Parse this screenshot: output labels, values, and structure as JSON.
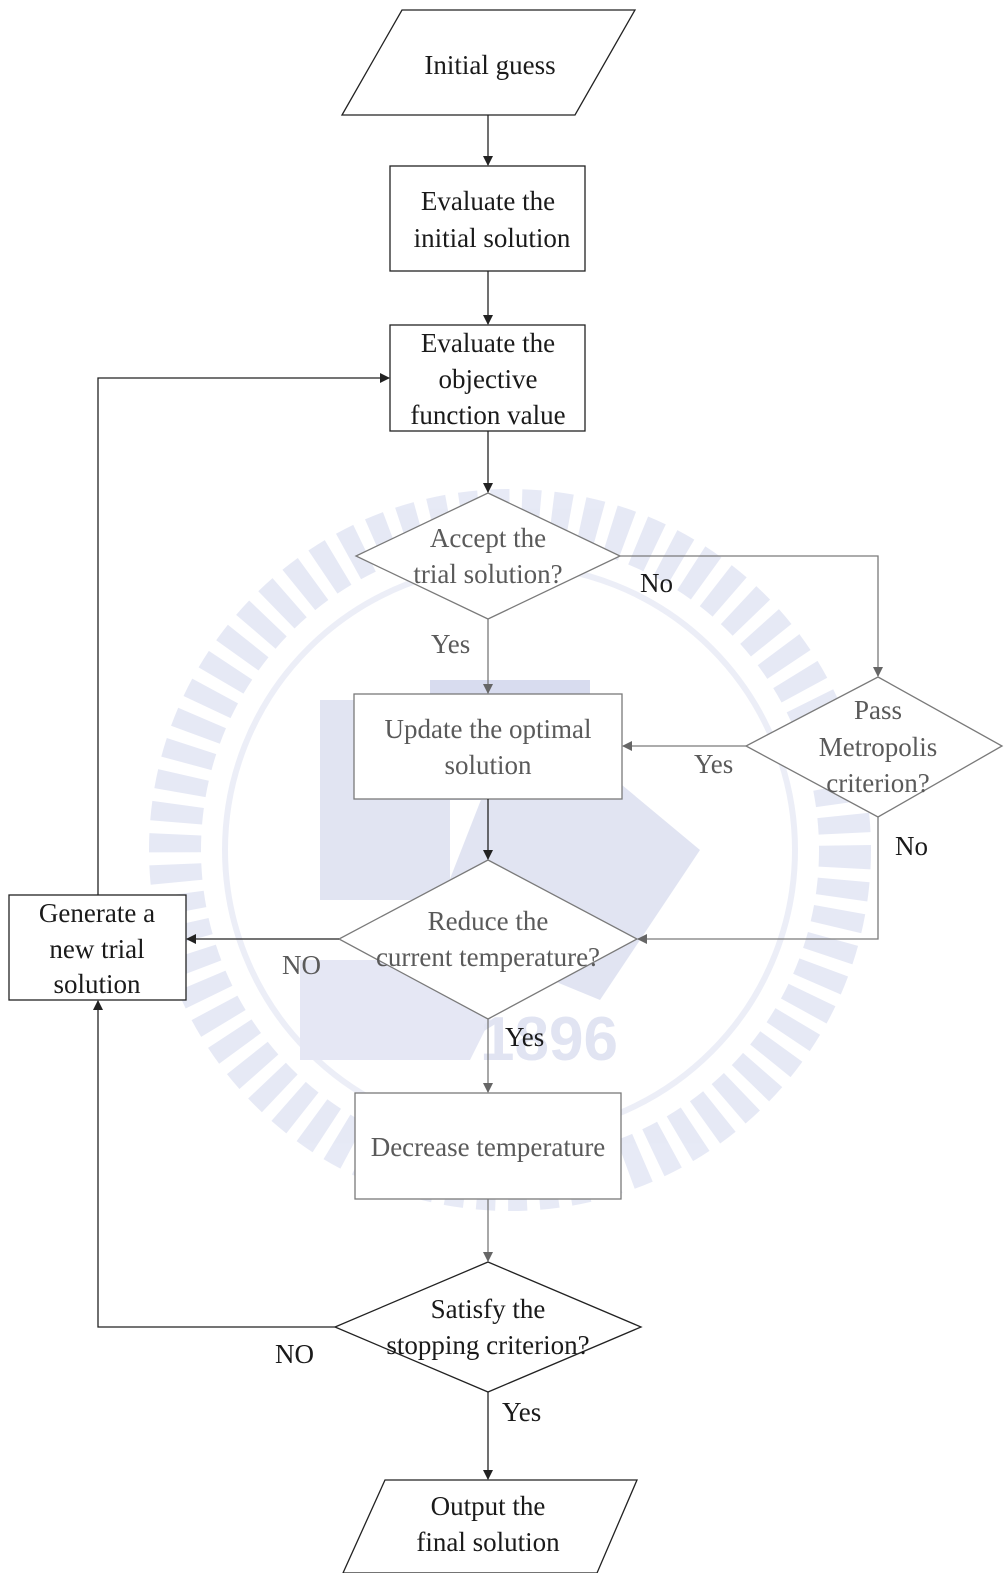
{
  "nodes": {
    "initial_guess": {
      "label": "Initial guess"
    },
    "evaluate_initial": {
      "line1": "Evaluate the",
      "line2": "initial solution"
    },
    "evaluate_objective": {
      "line1": "Evaluate the",
      "line2": "objective",
      "line3": "function value"
    },
    "accept_trial": {
      "line1": "Accept the",
      "line2": "trial solution?"
    },
    "pass_metropolis": {
      "line1": "Pass",
      "line2": "Metropolis",
      "line3": "criterion?"
    },
    "update_optimal": {
      "line1": "Update the optimal",
      "line2": "solution"
    },
    "reduce_temperature": {
      "line1": "Reduce the",
      "line2": "current temperature?"
    },
    "generate_trial": {
      "line1": "Generate a",
      "line2": "new trial",
      "line3": "solution"
    },
    "decrease_temperature": {
      "label": "Decrease temperature"
    },
    "satisfy_stopping": {
      "line1": "Satisfy the",
      "line2": "stopping criterion?"
    },
    "output_final": {
      "line1": "Output the",
      "line2": "final solution"
    }
  },
  "edge_labels": {
    "accept_no": "No",
    "accept_yes": "Yes",
    "metropolis_yes": "Yes",
    "metropolis_no": "No",
    "reduce_no": "NO",
    "reduce_yes": "Yes",
    "stopping_no": "NO",
    "stopping_yes": "Yes"
  },
  "watermark": {
    "year_text": "1896"
  },
  "colors": {
    "ink": "#222222",
    "grey_ink": "#7a7a7a",
    "watermark": "#c5cbe6"
  }
}
